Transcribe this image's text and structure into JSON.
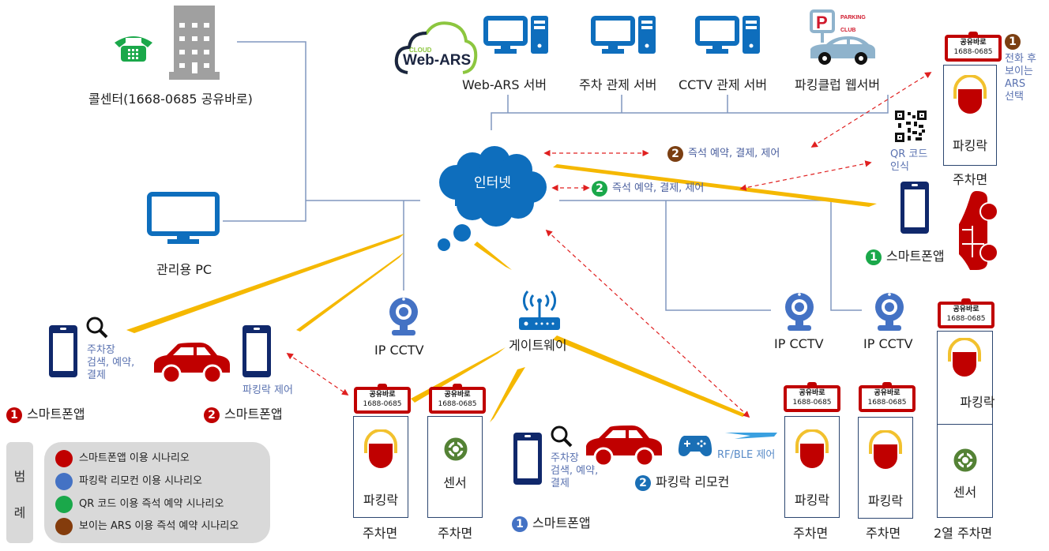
{
  "diagram_title": "",
  "call_center": {
    "label": "콜센터(1668-0685 공유바로)",
    "icons": [
      "phone-icon",
      "building-icon"
    ]
  },
  "admin_pc": {
    "label": "관리용 PC"
  },
  "cloud_logo": {
    "small": "CLOUD",
    "big": "Web-ARS"
  },
  "servers": [
    {
      "label": "Web-ARS 서버"
    },
    {
      "label": "주차 관제 서버"
    },
    {
      "label": "CCTV 관제 서버"
    },
    {
      "label": "파킹클럽 웹서버"
    }
  ],
  "parking_club_logo": {
    "letter": "P",
    "line1": "PARKING",
    "line2": "CLUB"
  },
  "internet": {
    "label": "인터넷"
  },
  "gateway": {
    "label": "게이트웨이"
  },
  "cctv": [
    {
      "label": "IP CCTV"
    },
    {
      "label": "IP CCTV"
    },
    {
      "label": "IP CCTV"
    }
  ],
  "connections": {
    "ars_instant": {
      "number": "2",
      "text": "즉석 예약, 결제, 제어",
      "color": "#7b3f12"
    },
    "qr_instant": {
      "number": "2",
      "text": "즉석 예약, 결제, 제어",
      "color": "#1aa84a"
    }
  },
  "qr": {
    "label_line1": "QR 코드",
    "label_line2": "인식"
  },
  "ars_call": {
    "number": "1",
    "lines": [
      "전화 후",
      "보이는",
      "ARS",
      "선택"
    ],
    "color": "#7b3f12"
  },
  "qr_smartphone": {
    "number": "1",
    "label": "스마트폰앱",
    "color": "#1aa84a"
  },
  "sign": {
    "name": "공유바로",
    "phone": "1688-0685"
  },
  "slots": {
    "top_right": {
      "device": "파킹락",
      "caption": "주차면"
    },
    "bottom_1": {
      "device": "파킹락",
      "caption": "주차면"
    },
    "bottom_2": {
      "device": "센서",
      "caption": "주차면"
    },
    "bottom_3": {
      "device": "파킹락",
      "caption": "주차면"
    },
    "bottom_4": {
      "device": "파킹락",
      "caption": "주차면"
    },
    "double_row": {
      "device_top": "파킹락",
      "device_bottom": "센서",
      "caption": "2열 주차면"
    }
  },
  "smartphone_scenario": {
    "step1": {
      "number": "1",
      "label": "스마트폰앱",
      "note": [
        "주차장",
        "검색, 예약,",
        "결제"
      ],
      "color": "#c00000"
    },
    "step2": {
      "number": "2",
      "label": "스마트폰앱",
      "note": "파킹락 제어",
      "color": "#c00000"
    }
  },
  "remote_scenario": {
    "step1": {
      "number": "1",
      "label": "스마트폰앱",
      "note": [
        "주차장",
        "검색, 예약,",
        "결제"
      ],
      "color": "#4472c4"
    },
    "step2": {
      "number": "2",
      "label": "파킹락 리모컨",
      "color": "#1a6fb5"
    },
    "rf_label": "RF/BLE 제어"
  },
  "legend": {
    "title_chars": [
      "범",
      "례"
    ],
    "items": [
      {
        "color": "#c00000",
        "label": "스마트폰앱 이용 시나리오"
      },
      {
        "color": "#4472c4",
        "label": "파킹락 리모컨 이용 시나리오"
      },
      {
        "color": "#1aa84a",
        "label": "QR 코드 이용 즉석 예약 시나리오"
      },
      {
        "color": "#843c0c",
        "label": "보이는 ARS 이용 즉석 예약 시나리오"
      }
    ]
  },
  "colors": {
    "line": "#8097bf",
    "icon_blue": "#0e6ebd",
    "phone_navy": "#10286b",
    "car_red": "#c00000",
    "wireless_yellow": "#f5b800",
    "arrow_red": "#e02020",
    "sensor_green": "#548235"
  }
}
